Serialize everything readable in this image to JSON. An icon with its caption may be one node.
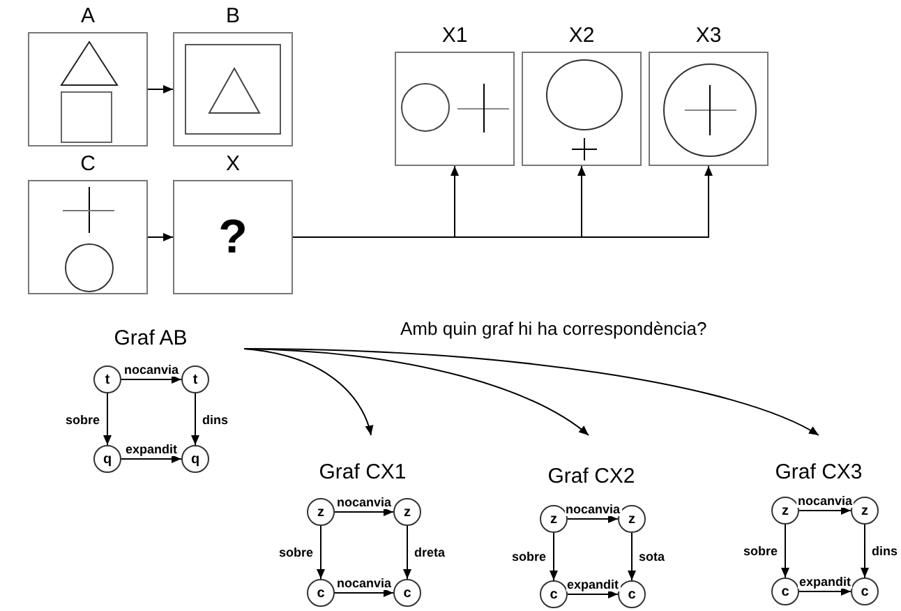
{
  "diagram": {
    "nodes": [
      {
        "text": [
          "A"
        ]
      },
      {
        "text": [
          "B"
        ]
      },
      {
        "text": [
          "C"
        ]
      },
      {
        "text": [
          "X",
          "?"
        ]
      },
      {
        "text": [
          "X1"
        ]
      },
      {
        "text": [
          "X2"
        ]
      },
      {
        "text": [
          "X3"
        ]
      },
      {
        "text": [
          "Graf AB"
        ]
      },
      {
        "text": [
          "t"
        ],
        "in": 7
      },
      {
        "text": [
          "t"
        ],
        "in": 7
      },
      {
        "text": [
          "q"
        ],
        "in": 7
      },
      {
        "text": [
          "q"
        ],
        "in": 7
      },
      {
        "text": [
          "Graf CX1"
        ]
      },
      {
        "text": [
          "z"
        ],
        "in": 12
      },
      {
        "text": [
          "z"
        ],
        "in": 12
      },
      {
        "text": [
          "c"
        ],
        "in": 12
      },
      {
        "text": [
          "c"
        ],
        "in": 12
      },
      {
        "text": [
          "Graf CX2"
        ]
      },
      {
        "text": [
          "z"
        ],
        "in": 17
      },
      {
        "text": [
          "z"
        ],
        "in": 17
      },
      {
        "text": [
          "c"
        ],
        "in": 17
      },
      {
        "text": [
          "c"
        ],
        "in": 17
      },
      {
        "text": [
          "Graf CX3"
        ]
      },
      {
        "text": [
          "z"
        ],
        "in": 22
      },
      {
        "text": [
          "z"
        ],
        "in": 22
      },
      {
        "text": [
          "c"
        ],
        "in": 22
      },
      {
        "text": [
          "c"
        ],
        "in": 22
      }
    ],
    "edges": [
      {
        "from": 0,
        "to": 1,
        "arrow": "to"
      },
      {
        "from": 2,
        "to": 3,
        "arrow": "to"
      },
      {
        "from": 3,
        "to": 4,
        "arrow": "to"
      },
      {
        "from": 3,
        "to": 5,
        "arrow": "to"
      },
      {
        "from": 3,
        "to": 6,
        "arrow": "to"
      },
      {
        "from": 7,
        "to": 12,
        "arrow": "to"
      },
      {
        "from": 7,
        "to": 17,
        "arrow": "to"
      },
      {
        "from": 7,
        "to": 22,
        "arrow": "to"
      },
      {
        "from": 8,
        "to": 9,
        "arrow": "to",
        "label": "nocanvia"
      },
      {
        "from": 8,
        "to": 10,
        "arrow": "to",
        "label": "sobre"
      },
      {
        "from": 9,
        "to": 11,
        "arrow": "to",
        "label": "dins"
      },
      {
        "from": 10,
        "to": 11,
        "arrow": "to",
        "label": "expandit"
      },
      {
        "from": 13,
        "to": 14,
        "arrow": "to",
        "label": "nocanvia"
      },
      {
        "from": 13,
        "to": 15,
        "arrow": "to",
        "label": "sobre"
      },
      {
        "from": 14,
        "to": 16,
        "arrow": "to",
        "label": "dreta"
      },
      {
        "from": 15,
        "to": 16,
        "arrow": "to",
        "label": "nocanvia"
      },
      {
        "from": 18,
        "to": 19,
        "arrow": "to",
        "label": "nocanvia"
      },
      {
        "from": 18,
        "to": 20,
        "arrow": "to",
        "label": "sobre"
      },
      {
        "from": 19,
        "to": 21,
        "arrow": "to",
        "label": "sota"
      },
      {
        "from": 20,
        "to": 21,
        "arrow": "to",
        "label": "expandit"
      },
      {
        "from": 23,
        "to": 24,
        "arrow": "to",
        "label": "nocanvia"
      },
      {
        "from": 23,
        "to": 25,
        "arrow": "to",
        "label": "sobre"
      },
      {
        "from": 24,
        "to": 26,
        "arrow": "to",
        "label": "dins"
      },
      {
        "from": 25,
        "to": 26,
        "arrow": "to",
        "label": "expandit"
      }
    ],
    "labels": [
      "Amb quin graf hi ha correspondència?"
    ]
  }
}
